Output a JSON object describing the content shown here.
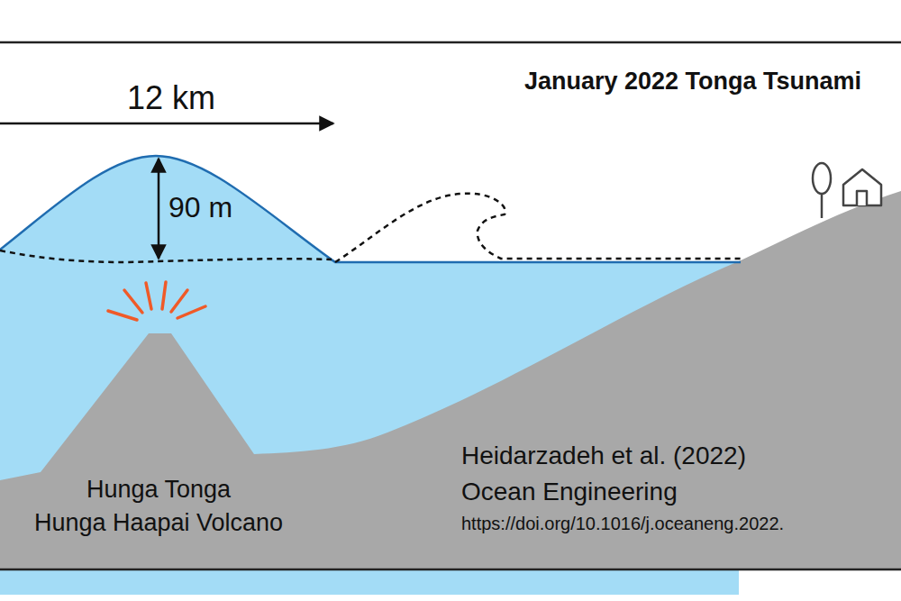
{
  "diagram": {
    "title": "January 2022 Tonga Tsunami",
    "labels": [
      "12 km",
      "90 m",
      "Hunga Tonga",
      "Hunga Haapai Volcano",
      "Heidarzadeh et al. (2022)",
      "Ocean Engineering",
      "https://doi.org/10.1016/j.oceaneng.2022."
    ]
  }
}
